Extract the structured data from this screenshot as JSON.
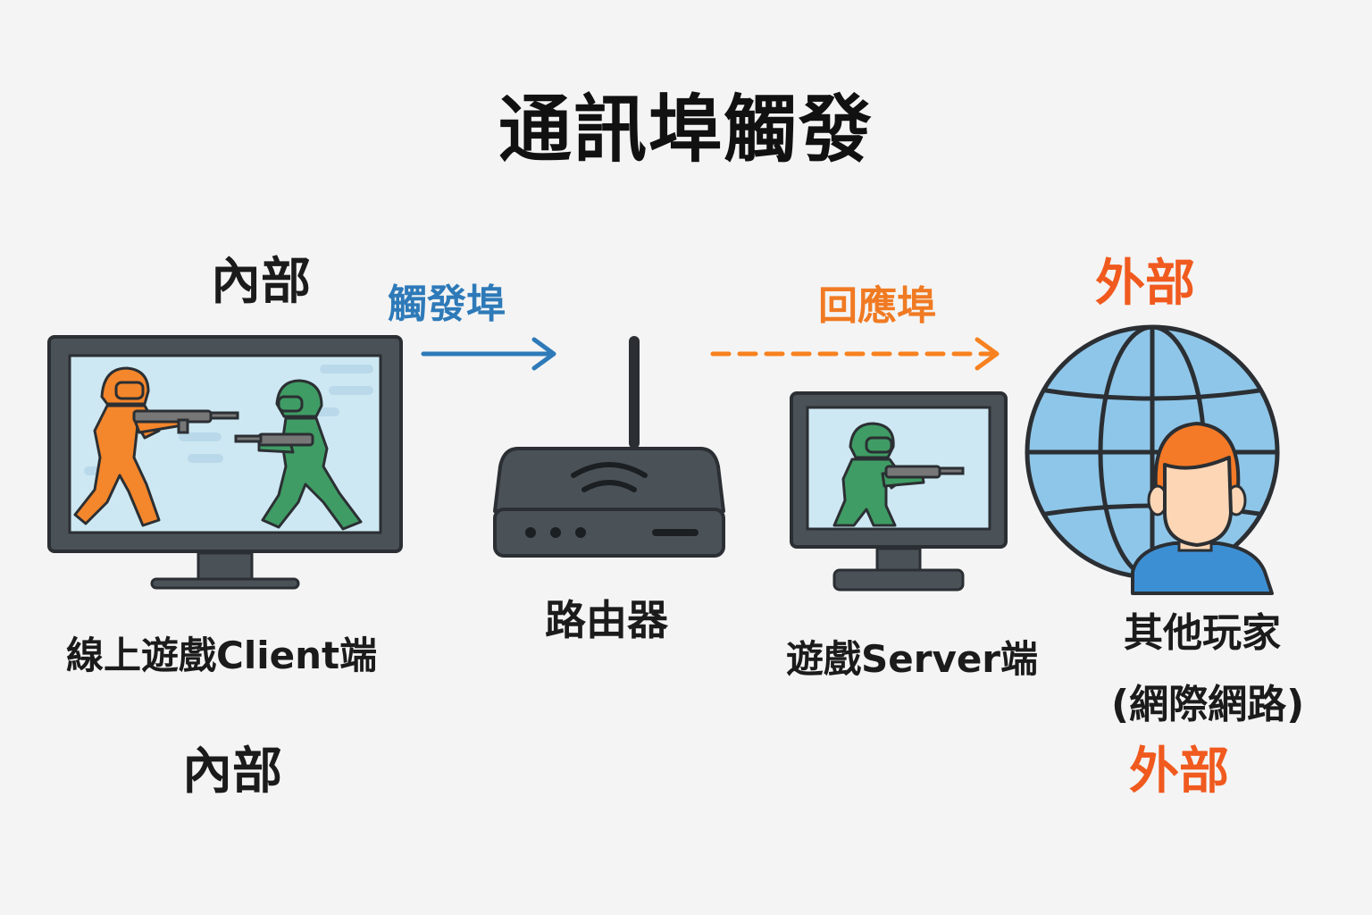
{
  "title": "通訊埠觸發",
  "labels": {
    "internal_top": "內部",
    "internal_bottom": "內部",
    "external_top": "外部",
    "external_bottom": "外部",
    "trigger_port": "觸發埠",
    "response_port": "回應埠",
    "client": "線上遊戲Client端",
    "router": "路由器",
    "server": "遊戲Server端",
    "other_players_line1": "其他玩家",
    "other_players_line2": "(網際網路)"
  },
  "colors": {
    "trigger_arrow": "#2e7ab9",
    "response_arrow": "#f7811f",
    "orange_soldier": "#f4862b",
    "green_soldier": "#3f9c64",
    "screen": "#cde8f3",
    "device": "#4a5258",
    "globe": "#8ec6e9",
    "outline": "#2b2f33"
  },
  "icons": {
    "client_monitor": "monitor-icon",
    "router": "router-icon",
    "server_monitor": "monitor-icon",
    "globe": "globe-icon",
    "player": "person-icon"
  }
}
